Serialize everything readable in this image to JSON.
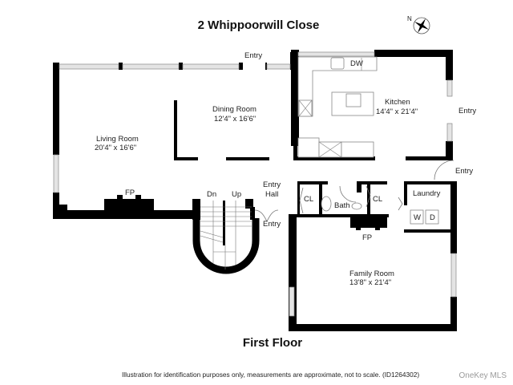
{
  "header": {
    "title": "2 Whippoorwill Close",
    "compass_label": "N",
    "compass_icon": "compass-rose-icon"
  },
  "footer": {
    "floor_label": "First Floor",
    "disclaimer": "Illustration for identification purposes only, measurements are approximate, not to scale. (ID1264302)",
    "watermark": "OneKey MLS"
  },
  "rooms": {
    "living": {
      "name": "Living Room",
      "dims": "20'4\" x 16'6\""
    },
    "dining": {
      "name": "Dining Room",
      "dims": "12'4\" x 16'6\""
    },
    "kitchen": {
      "name": "Kitchen",
      "dims": "14'4\" x 21'4\""
    },
    "family": {
      "name": "Family Room",
      "dims": "13'8\" x 21'4\""
    },
    "entry_hall": {
      "name": "Entry\nHall",
      "line1": "Entry",
      "line2": "Hall"
    },
    "laundry": {
      "name": "Laundry"
    },
    "bath": {
      "name": "Bath"
    },
    "closet1": {
      "name": "CL"
    },
    "closet2": {
      "name": "CL"
    }
  },
  "fixtures": {
    "dishwasher": "DW",
    "washer": "W",
    "dryer": "D",
    "fireplace_living": "FP",
    "fireplace_family": "FP",
    "stairs_down": "Dn",
    "stairs_up": "Up"
  },
  "entries": {
    "top": "Entry",
    "kitchen_side": "Entry",
    "kitchen_corner": "Entry",
    "front": "Entry"
  }
}
